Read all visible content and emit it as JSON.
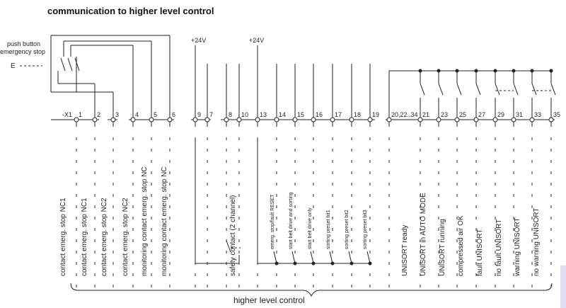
{
  "title": "communication to higher level control",
  "push_button_label": [
    "push button",
    "emergency stop"
  ],
  "estop_symbol": "E",
  "supply_labels": [
    "+24V",
    "+24V"
  ],
  "strip_name": "-X1",
  "terminals": [
    "1",
    "2",
    "3",
    "4",
    "5",
    "6",
    "9",
    "7",
    "8",
    "10",
    "13",
    "14",
    "15",
    "16",
    "17",
    "18",
    "19",
    "20,22..34",
    "21",
    "23",
    "25",
    "27",
    "29",
    "31",
    "33",
    "35"
  ],
  "signals": [
    "contact emerg. stop NC1",
    "contact emerg. stop NC1",
    "contact emerg. stop NC2",
    "contact emerg. stop NC2",
    "monitoring contact emerg. stop NC",
    "monitoring contact emerg. stop NC",
    "safety contact (2 channel)",
    "emerg. stop/fault RESET",
    "start belt drive and sorting",
    "start belt drive only",
    "sorting preset bit1",
    "sorting preset bit2",
    "sorting preset bit3",
    "UNISORT ready",
    "UNISORT in AUTO MODE",
    "UNISORT running",
    "compressed air OK",
    "fault UNISORT",
    "no fault UNISORT",
    "warning UNISORT",
    "no warning UNISORT"
  ],
  "footer": "higher level control"
}
